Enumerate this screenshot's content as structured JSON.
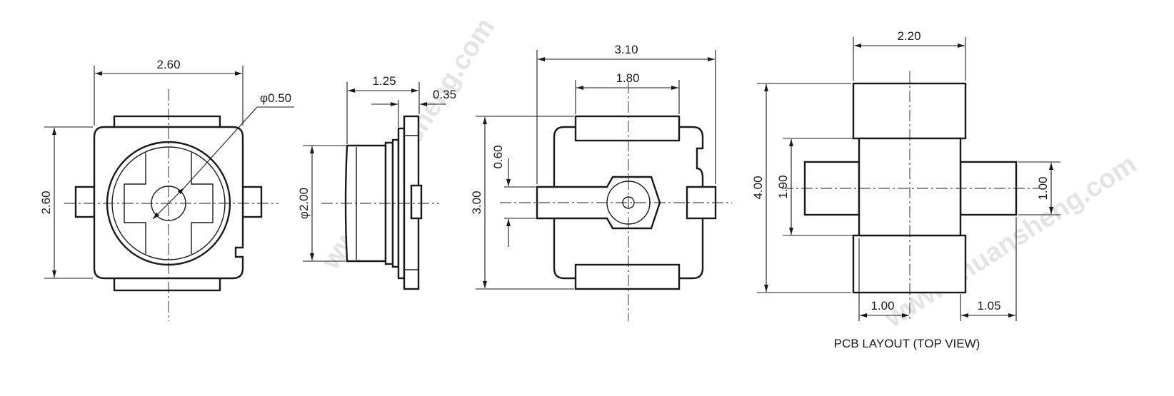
{
  "watermark": "www.chuansheng.com",
  "front_view": {
    "width_label": "2.60",
    "height_label": "2.60",
    "hole_label": "φ0.50"
  },
  "side_view": {
    "depth_label": "1.25",
    "flange_label": "0.35",
    "dia_label": "φ2.00"
  },
  "bottom_view": {
    "width_label": "3.10",
    "pad_label": "1.80",
    "pin_label": "0.60",
    "height_label": "3.00"
  },
  "pcb_layout": {
    "width_label": "2.20",
    "height_label": "4.00",
    "center_label": "1.90",
    "pad_h_label": "1.00",
    "left_offset_label": "1.00",
    "right_offset_label": "1.05",
    "caption": "PCB LAYOUT (TOP VIEW)"
  }
}
